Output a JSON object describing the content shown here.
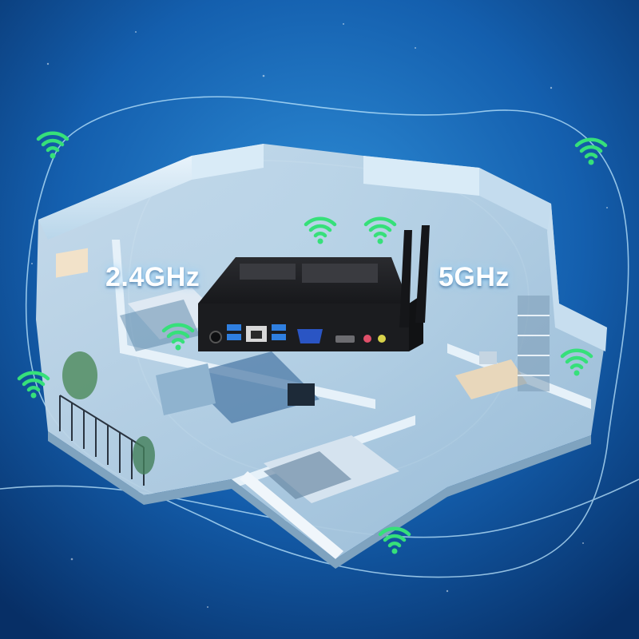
{
  "labels": {
    "band_24": "2.4GHz",
    "band_5": "5GHz"
  },
  "colors": {
    "background": "#0b3f82",
    "wifi_icon": "#36e07a",
    "signal_line": "#bfe8ff",
    "device": "#1b1c1f",
    "port_usb": "#2f7fe0",
    "port_vga": "#2a55c4"
  },
  "icons": {
    "signal": "wifi-icon",
    "device": "mini-pc",
    "antenna": "antenna"
  }
}
